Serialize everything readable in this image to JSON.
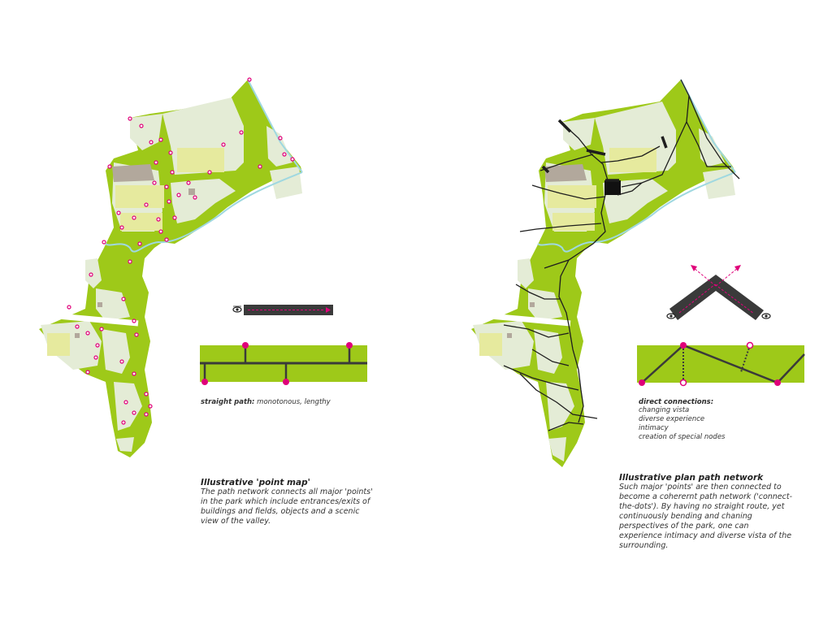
{
  "colors": {
    "park_green": "#9ec919",
    "light_field": "#e4ecd6",
    "yellow_field": "#e6ea9e",
    "building_brown": "#b2a89c",
    "point_magenta": "#e0007a",
    "path_dark": "#3a3a3a",
    "river_blue": "#9fd8e0"
  },
  "left_panel": {
    "legend_note": {
      "bold": "straight path:",
      "text": " monotonous, lengthy"
    },
    "caption": {
      "title": "Illustrative  'point map'",
      "body": "The path network connects all major 'points' in the park which include entrances/exits of buildings and fields, objects and a scenic view of the valley."
    }
  },
  "right_panel": {
    "legend_note": {
      "title": "direct connections:",
      "items": [
        "changing vista",
        "diverse experience",
        "intimacy",
        "creation of special nodes"
      ]
    },
    "caption": {
      "title": "Illustrative plan path network",
      "body": "Such major 'points' are then connected to become a coherernt path network ('connect-the-dots'). By having no straight route, yet continuously bending and chaning perspectives of the park, one can experience intimacy and diverse vista of the surrounding."
    }
  },
  "icons": [
    "eye-icon",
    "arrow-icon",
    "point-icon"
  ]
}
